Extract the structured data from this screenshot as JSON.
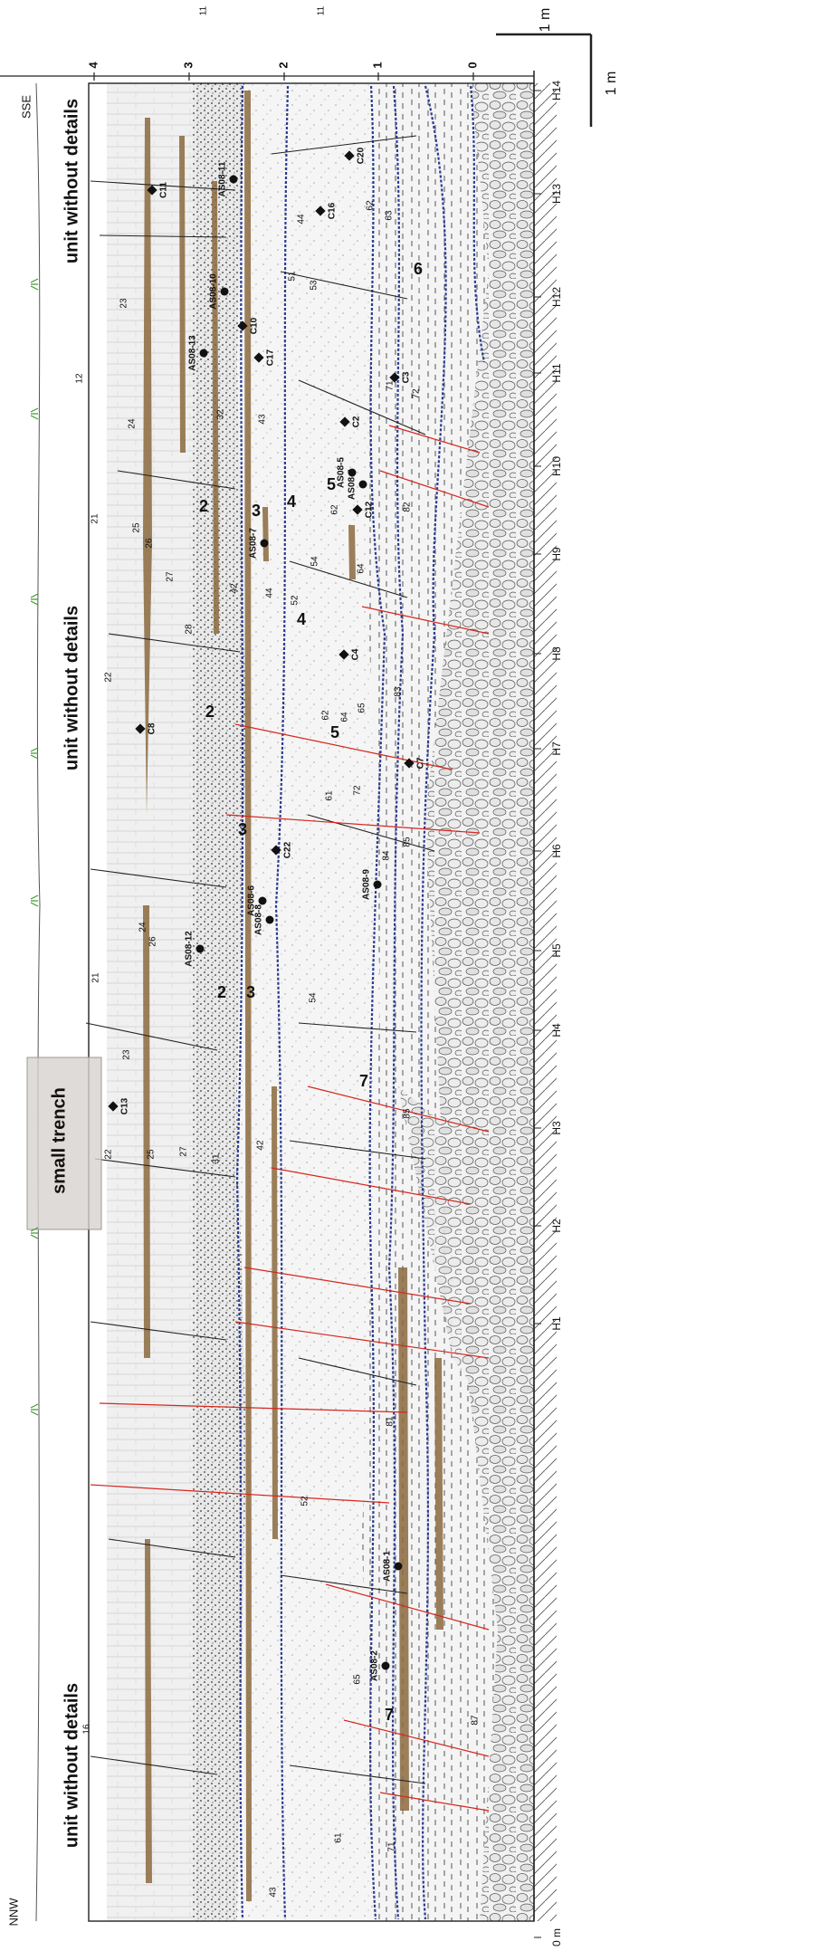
{
  "orientation": {
    "top_end": "SSE",
    "bottom_end": "NNW"
  },
  "scale_bar": {
    "vertical_label": "1 m",
    "horizontal_label": "1 m"
  },
  "height_ticks": [
    "4",
    "3",
    "2",
    "1",
    "0"
  ],
  "grid_labels": [
    "H14",
    "H13",
    "H12",
    "H11",
    "H10",
    "H9",
    "H8",
    "H7",
    "H6",
    "H5",
    "H4",
    "H3",
    "H2",
    "H1",
    "0 m"
  ],
  "annotations": {
    "unit_top": "unit without details",
    "unit_middle": "unit without details",
    "unit_bottom": "unit without details",
    "trench": "small trench"
  },
  "unit_numbers": [
    "2",
    "3",
    "4",
    "5",
    "6",
    "7"
  ],
  "layer_codes": [
    "11",
    "12",
    "16",
    "21",
    "22",
    "23",
    "24",
    "25",
    "26",
    "27",
    "28",
    "31",
    "32",
    "42",
    "43",
    "44",
    "51",
    "52",
    "53",
    "54",
    "61",
    "62",
    "63",
    "64",
    "65",
    "71",
    "72",
    "81",
    "82",
    "83",
    "84",
    "85",
    "87"
  ],
  "sample_circles": [
    "AS08-11",
    "AS08-10",
    "AS08-13",
    "AS08-12",
    "AS08-5",
    "AS08-4",
    "AS08-7",
    "AS08-6",
    "AS08-8",
    "AS08-9",
    "AS08-1",
    "AS08-2"
  ],
  "sample_diamonds": [
    "C20",
    "C16",
    "C10",
    "C17",
    "C3",
    "C2",
    "C12",
    "C4",
    "C22",
    "C7",
    "C11",
    "C13",
    "C8"
  ]
}
